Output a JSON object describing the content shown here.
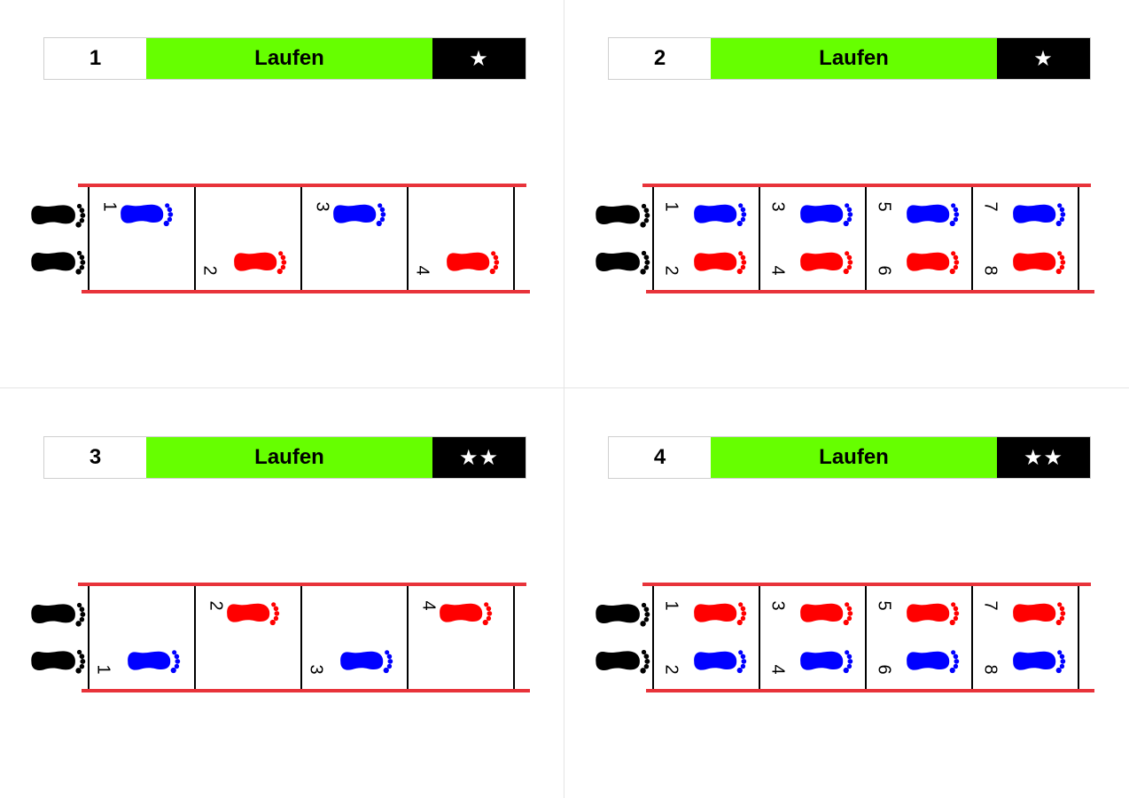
{
  "cards": [
    {
      "number": "1",
      "title": "Laufen",
      "stars": "★",
      "steps": [
        {
          "cell": 0,
          "row": "top",
          "color": "blue",
          "label": "1"
        },
        {
          "cell": 1,
          "row": "bottom",
          "color": "red",
          "label": "2"
        },
        {
          "cell": 2,
          "row": "top",
          "color": "blue",
          "label": "3"
        },
        {
          "cell": 3,
          "row": "bottom",
          "color": "red",
          "label": "4"
        }
      ]
    },
    {
      "number": "2",
      "title": "Laufen",
      "stars": "★",
      "steps": [
        {
          "cell": 0,
          "row": "top",
          "color": "blue",
          "label": "1"
        },
        {
          "cell": 0,
          "row": "bottom",
          "color": "red",
          "label": "2"
        },
        {
          "cell": 1,
          "row": "top",
          "color": "blue",
          "label": "3"
        },
        {
          "cell": 1,
          "row": "bottom",
          "color": "red",
          "label": "4"
        },
        {
          "cell": 2,
          "row": "top",
          "color": "blue",
          "label": "5"
        },
        {
          "cell": 2,
          "row": "bottom",
          "color": "red",
          "label": "6"
        },
        {
          "cell": 3,
          "row": "top",
          "color": "blue",
          "label": "7"
        },
        {
          "cell": 3,
          "row": "bottom",
          "color": "red",
          "label": "8"
        }
      ]
    },
    {
      "number": "3",
      "title": "Laufen",
      "stars": "★★",
      "steps": [
        {
          "cell": 0,
          "row": "bottom",
          "color": "blue",
          "label": "1"
        },
        {
          "cell": 1,
          "row": "top",
          "color": "red",
          "label": "2"
        },
        {
          "cell": 2,
          "row": "bottom",
          "color": "blue",
          "label": "3"
        },
        {
          "cell": 3,
          "row": "top",
          "color": "red",
          "label": "4"
        }
      ]
    },
    {
      "number": "4",
      "title": "Laufen",
      "stars": "★★",
      "steps": [
        {
          "cell": 0,
          "row": "top",
          "color": "red",
          "label": "1"
        },
        {
          "cell": 0,
          "row": "bottom",
          "color": "blue",
          "label": "2"
        },
        {
          "cell": 1,
          "row": "top",
          "color": "red",
          "label": "3"
        },
        {
          "cell": 1,
          "row": "bottom",
          "color": "blue",
          "label": "4"
        },
        {
          "cell": 2,
          "row": "top",
          "color": "red",
          "label": "5"
        },
        {
          "cell": 2,
          "row": "bottom",
          "color": "blue",
          "label": "6"
        },
        {
          "cell": 3,
          "row": "top",
          "color": "red",
          "label": "7"
        },
        {
          "cell": 3,
          "row": "bottom",
          "color": "blue",
          "label": "8"
        }
      ]
    }
  ],
  "colors": {
    "header_green": "#66ff00",
    "rail_red": "#e8333a",
    "foot_blue": "#0000ff",
    "foot_red": "#ff0000",
    "foot_black": "#000000"
  }
}
